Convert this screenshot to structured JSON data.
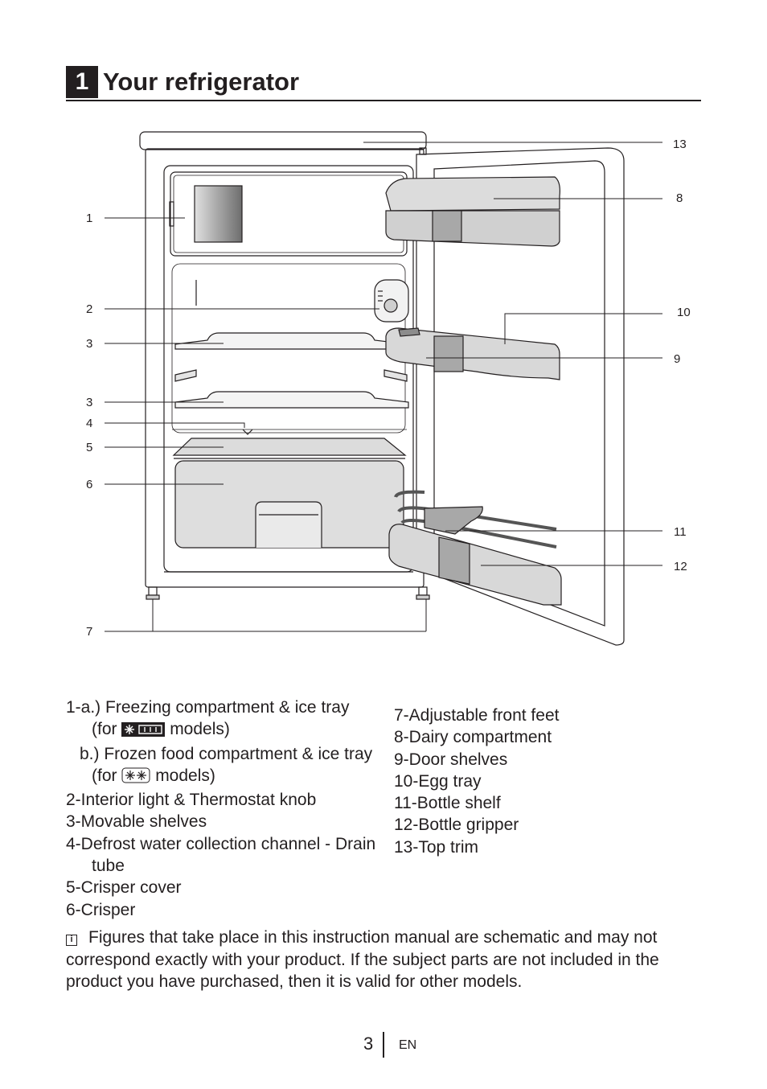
{
  "section": {
    "number": "1",
    "title": "Your refrigerator"
  },
  "callouts": [
    "1",
    "2",
    "3",
    "3",
    "4",
    "5",
    "6",
    "7",
    "8",
    "9",
    "10",
    "11",
    "12",
    "13"
  ],
  "parts_left": {
    "p1a": "1-a.) Freezing compartment & ice tray",
    "p1a_for": "(for",
    "p1a_models": "models)",
    "p1b": "b.) Frozen food compartment & ice tray",
    "p1b_for": "(for",
    "p1b_models": "models)",
    "p2": "2-Interior light & Thermostat knob",
    "p3": "3-Movable shelves",
    "p4": "4-Defrost water collection channel - Drain",
    "p4_cont": "tube",
    "p5": "5-Crisper cover",
    "p6": "6-Crisper"
  },
  "parts_right": {
    "p7": "7-Adjustable front feet",
    "p8": "8-Dairy compartment",
    "p9": "9-Door shelves",
    "p10": "10-Egg tray",
    "p11": "11-Bottle shelf",
    "p12": "12-Bottle gripper",
    "p13": "13-Top trim"
  },
  "note": "Figures that take place in this instruction manual are schematic and may not correspond exactly with your product. If the subject parts are not included in the product you have purchased, then it is valid for other models.",
  "footer": {
    "page": "3",
    "lang": "EN"
  },
  "icons": [
    "freezer-star-symbol",
    "two-star-symbol",
    "info-icon"
  ]
}
